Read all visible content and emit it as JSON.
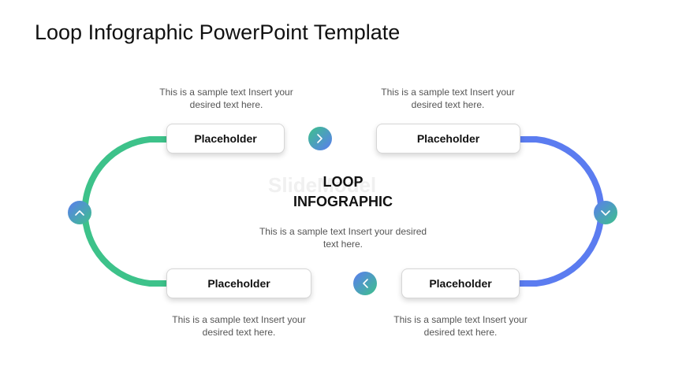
{
  "title": "Loop Infographic PowerPoint Template",
  "center": {
    "title_line1": "LOOP",
    "title_line2": "INFOGRAPHIC",
    "caption_line1": "This is a sample text Insert your desired",
    "caption_line2": "text here."
  },
  "boxes": [
    {
      "label": "Placeholder",
      "caption_line1": "This is a sample text Insert your",
      "caption_line2": "desired text here."
    },
    {
      "label": "Placeholder",
      "caption_line1": "This is a sample text Insert your",
      "caption_line2": "desired text here."
    },
    {
      "label": "Placeholder",
      "caption_line1": "This is a sample text Insert your",
      "caption_line2": "desired text here."
    },
    {
      "label": "Placeholder",
      "caption_line1": "This is a sample text Insert your",
      "caption_line2": "desired text here."
    }
  ],
  "watermark": "SlideModel",
  "colors": {
    "green": "#3dc28a",
    "teal": "#3aa7b6",
    "blue": "#5b7cf0"
  },
  "icons": {
    "top": "chevron-right-icon",
    "right": "chevron-down-icon",
    "bottom": "chevron-left-icon",
    "left": "chevron-up-icon"
  }
}
